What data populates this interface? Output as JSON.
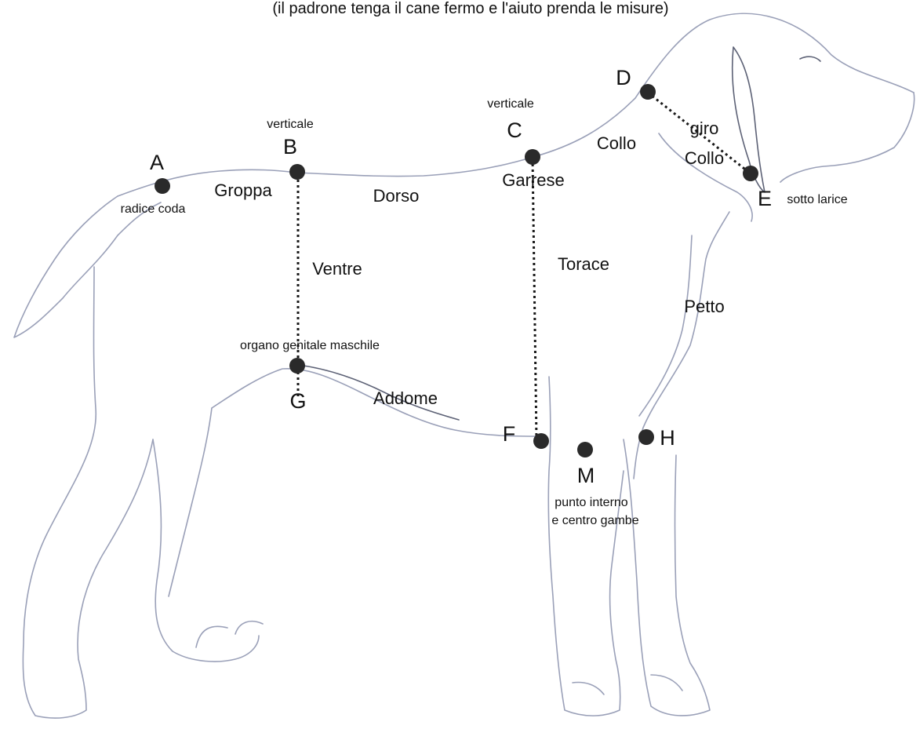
{
  "caption": "(il padrone tenga il cane fermo e l'aiuto prenda le misure)",
  "points": {
    "A": {
      "letter": "A",
      "note": "radice coda"
    },
    "B": {
      "letter": "B",
      "note": "verticale"
    },
    "C": {
      "letter": "C",
      "note": "verticale"
    },
    "D": {
      "letter": "D"
    },
    "E": {
      "letter": "E",
      "note": "sotto larice"
    },
    "F": {
      "letter": "F"
    },
    "G": {
      "letter": "G",
      "note": "organo genitale maschile"
    },
    "H": {
      "letter": "H"
    },
    "M": {
      "letter": "M",
      "note_line1": "punto interno",
      "note_line2": "e centro gambe"
    }
  },
  "regions": {
    "groppa": "Groppa",
    "dorso": "Dorso",
    "garrese": "Garrese",
    "collo": "Collo",
    "giro_collo_line1": "giro",
    "giro_collo_line2": "Collo",
    "ventre": "Ventre",
    "torace": "Torace",
    "petto": "Petto",
    "addome": "Addome"
  },
  "colors": {
    "outline": "#9aa0b8",
    "point": "#2a2a2a",
    "text": "#111111"
  }
}
